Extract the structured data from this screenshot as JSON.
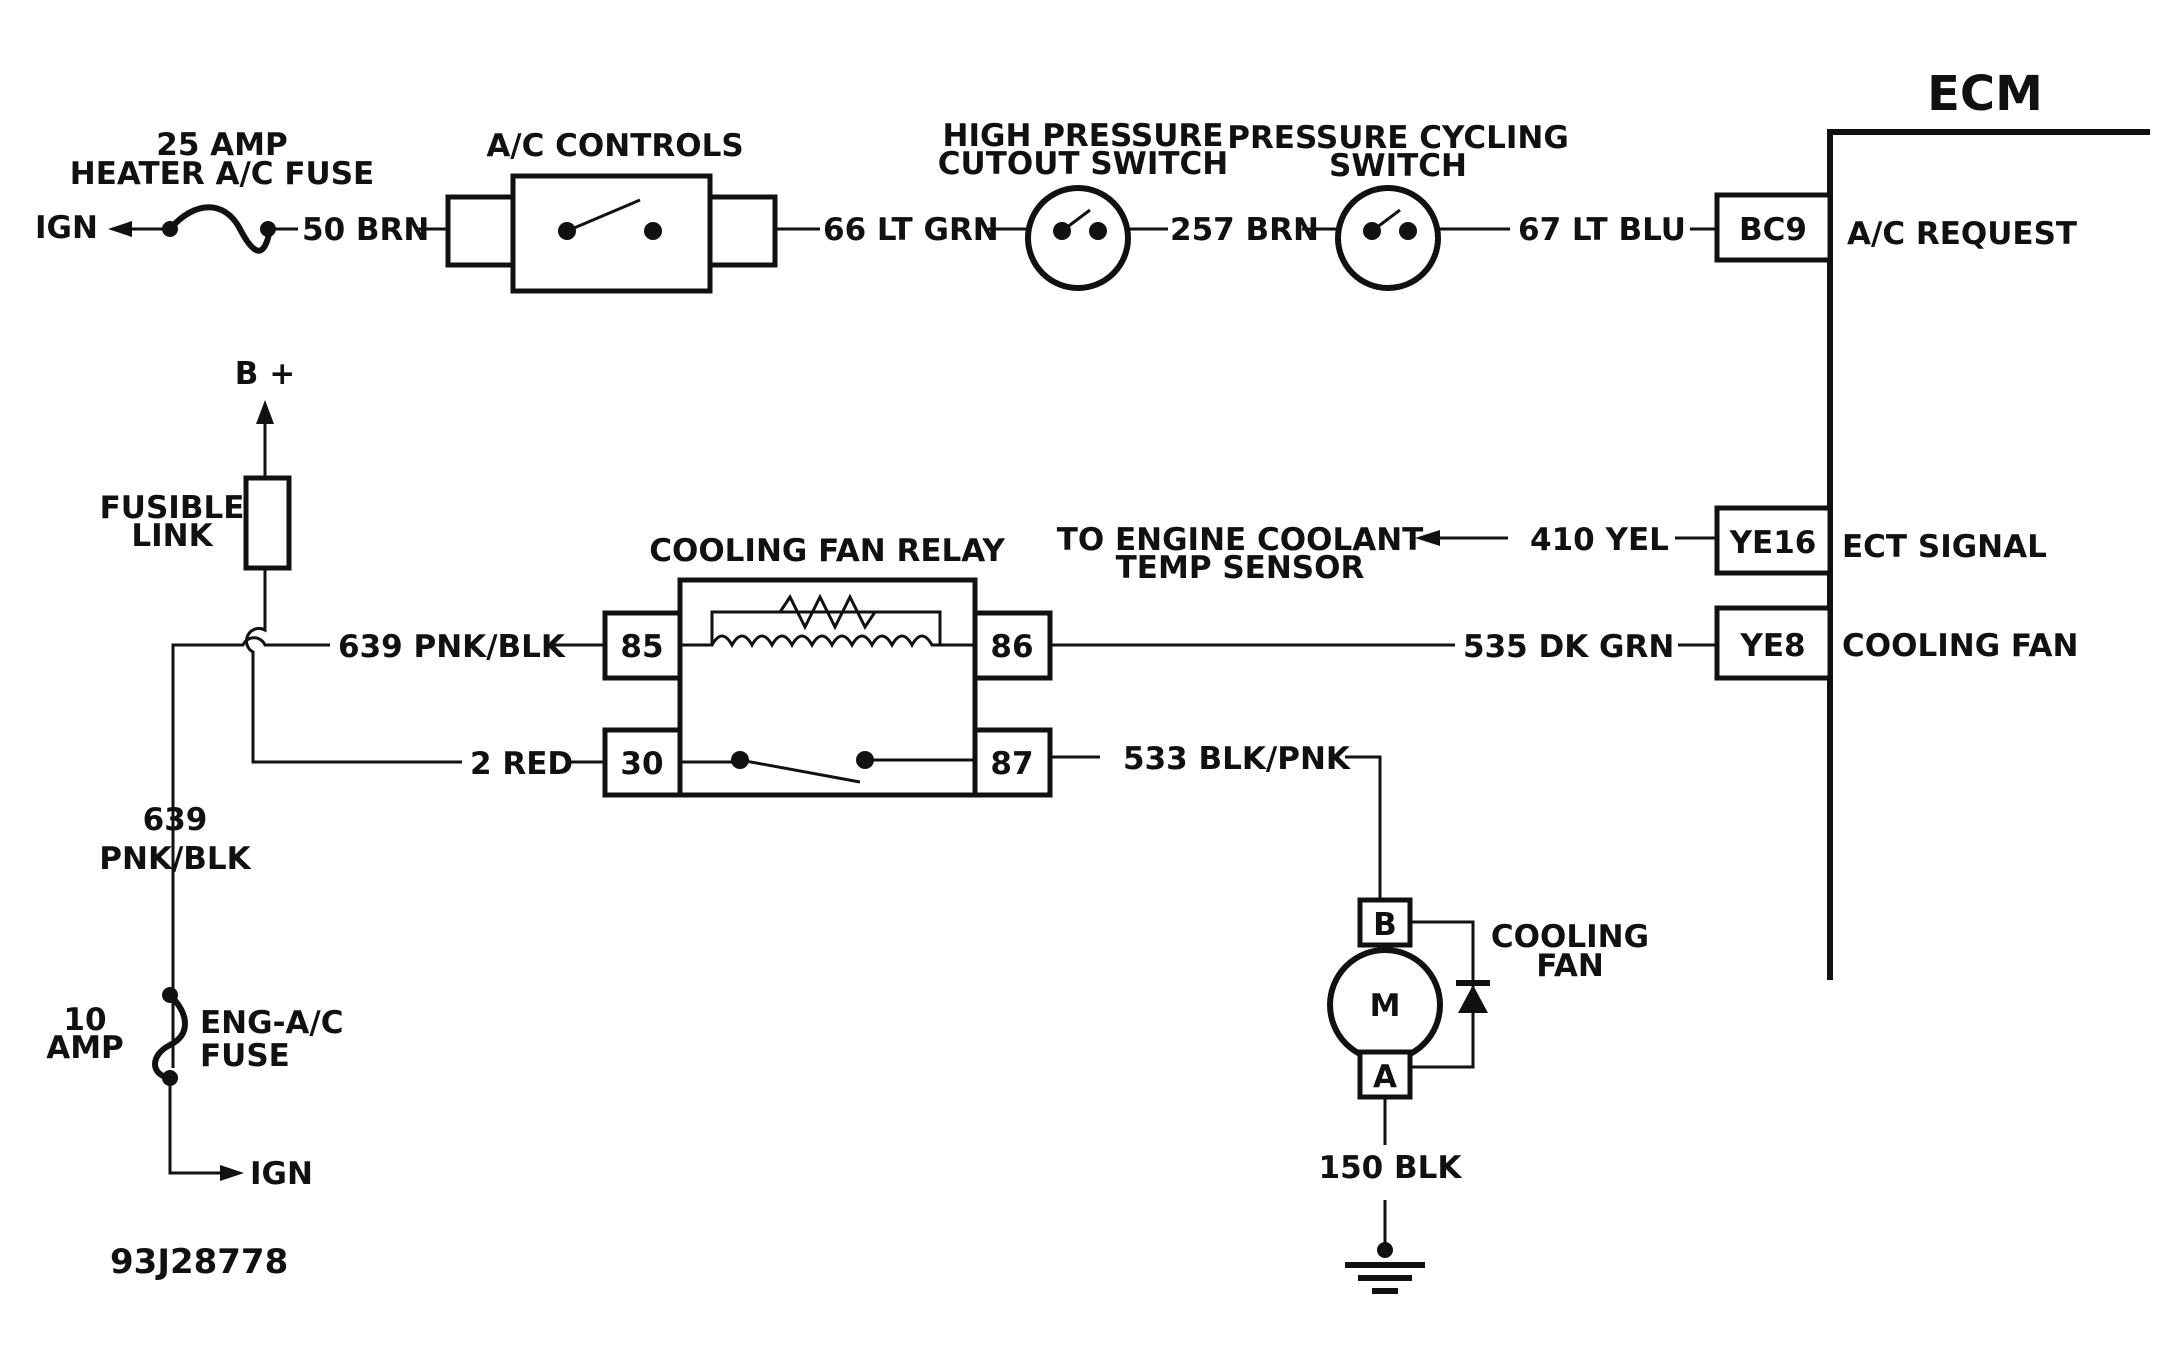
{
  "ecm": {
    "title": "ECM",
    "pins": [
      {
        "pin": "BC9",
        "label": "A/C REQUEST",
        "wire": "67 LT BLU"
      },
      {
        "pin": "YE16",
        "label": "ECT SIGNAL",
        "wire": "410 YEL"
      },
      {
        "pin": "YE8",
        "label": "COOLING FAN",
        "wire": "535 DK GRN"
      }
    ]
  },
  "ac_circuit": {
    "fuse_label_1": "25 AMP",
    "fuse_label_2": "HEATER A/C FUSE",
    "ign_label": "IGN",
    "wire_fuse_to_controls": "50 BRN",
    "controls_label": "A/C CONTROLS",
    "wire_controls_to_hp": "66 LT GRN",
    "hp_switch_label_1": "HIGH PRESSURE",
    "hp_switch_label_2": "CUTOUT SWITCH",
    "wire_hp_to_cycling": "257 BRN",
    "cycling_switch_label_1": "PRESSURE CYCLING",
    "cycling_switch_label_2": "SWITCH"
  },
  "relay_circuit": {
    "b_plus": "B +",
    "fusible_link_1": "FUSIBLE",
    "fusible_link_2": "LINK",
    "relay_label": "COOLING FAN RELAY",
    "pin_85": "85",
    "pin_86": "86",
    "pin_30": "30",
    "pin_87": "87",
    "wire_85": "639 PNK/BLK",
    "wire_30": "2 RED",
    "wire_87": "533 BLK/PNK",
    "ect_sensor_1": "TO ENGINE COOLANT",
    "ect_sensor_2": "TEMP SENSOR",
    "vertical_wire_1": "639",
    "vertical_wire_2": "PNK/BLK",
    "eng_fuse_amp_1": "10",
    "eng_fuse_amp_2": "AMP",
    "eng_fuse_1": "ENG-A/C",
    "eng_fuse_2": "FUSE",
    "ign_label": "IGN"
  },
  "fan": {
    "pin_b": "B",
    "pin_a": "A",
    "motor": "M",
    "label_1": "COOLING",
    "label_2": "FAN",
    "ground_wire": "150 BLK"
  },
  "figure_id": "93J28778"
}
